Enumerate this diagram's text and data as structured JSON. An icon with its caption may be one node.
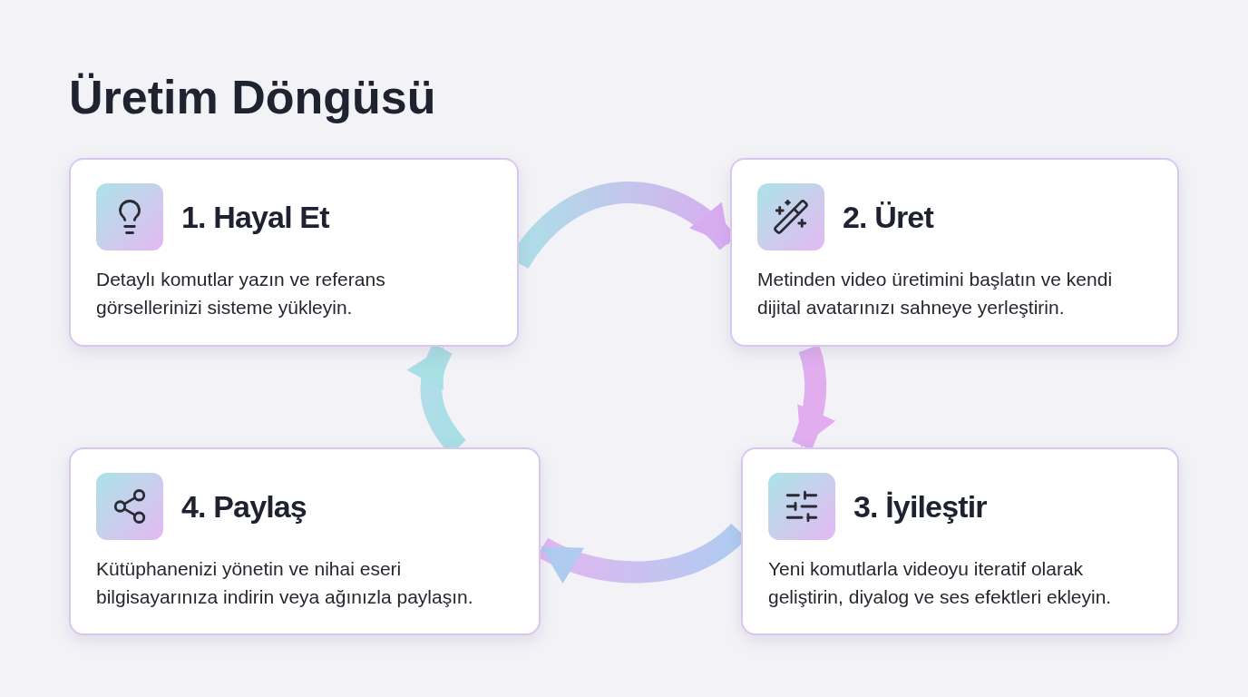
{
  "diagram": {
    "title": "Üretim Döngüsü",
    "nodes": [
      {
        "text": [
          "1. Hayal Et",
          "Detaylı komutlar yazın ve referans görsellerinizi sisteme yükleyin."
        ]
      },
      {
        "text": [
          "2. Üret",
          "Metinden video üretimini başlatın ve kendi dijital avatarınızı sahneye yerleştirin."
        ]
      },
      {
        "text": [
          "3. İyileştir",
          "Yeni komutlarla videoyu iteratif olarak geliştirin, diyalog ve ses efektleri ekleyin."
        ]
      },
      {
        "text": [
          "4. Paylaş",
          "Kütüphanenizi yönetin ve nihai eseri bilgisayarınıza indirin veya ağınızla paylaşın."
        ]
      }
    ],
    "edges": [
      {
        "from": 0,
        "to": 1,
        "arrow": "to"
      },
      {
        "from": 1,
        "to": 2,
        "arrow": "to"
      },
      {
        "from": 2,
        "to": 3,
        "arrow": "to"
      },
      {
        "from": 3,
        "to": 0,
        "arrow": "to"
      }
    ]
  }
}
